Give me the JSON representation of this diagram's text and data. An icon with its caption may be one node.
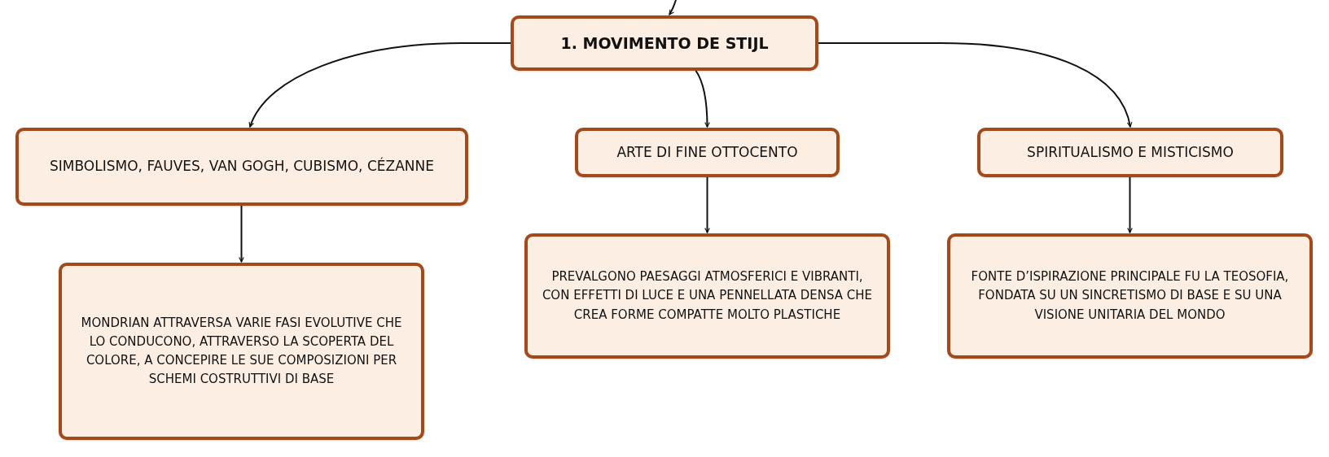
{
  "diagram": {
    "nodes": [
      {
        "text": [
          "1. MOVIMENTO DE STIJL"
        ]
      },
      {
        "text": [
          "SIMBOLISMO, FAUVES, VAN GOGH, CUBISMO, CÉZANNE"
        ]
      },
      {
        "text": [
          "ARTE DI FINE OTTOCENTO"
        ]
      },
      {
        "text": [
          "SPIRITUALISMO E MISTICISMO"
        ]
      },
      {
        "text": [
          "MONDRIAN ATTRAVERSA VARIE FASI EVOLUTIVE CHE LO CONDUCONO, ATTRAVERSO LA SCOPERTA DEL COLORE, A CONCEPIRE LE SUE COMPOSIZIONI PER SCHEMI COSTRUTTIVI DI BASE"
        ]
      },
      {
        "text": [
          "PREVALGONO PAESAGGI ATMOSFERICI E VIBRANTI, CON EFFETTI DI LUCE E UNA PENNELLATA DENSA CHE CREA FORME COMPATTE MOLTO PLASTICHE"
        ]
      },
      {
        "text": [
          "FONTE D’ISPIRAZIONE PRINCIPALE FU LA TEOSOFIA, FONDATA SU UN SINCRETISMO DI BASE E SU UNA VISIONE UNITARIA DEL MONDO"
        ]
      }
    ],
    "edges": [
      {
        "from": null,
        "to": 0,
        "arrow": "to"
      },
      {
        "from": 0,
        "to": 1,
        "arrow": "to"
      },
      {
        "from": 0,
        "to": 2,
        "arrow": "to"
      },
      {
        "from": 0,
        "to": 3,
        "arrow": "to"
      },
      {
        "from": 1,
        "to": 4,
        "arrow": "to"
      },
      {
        "from": 2,
        "to": 5,
        "arrow": "to"
      },
      {
        "from": 3,
        "to": 6,
        "arrow": "to"
      }
    ]
  }
}
